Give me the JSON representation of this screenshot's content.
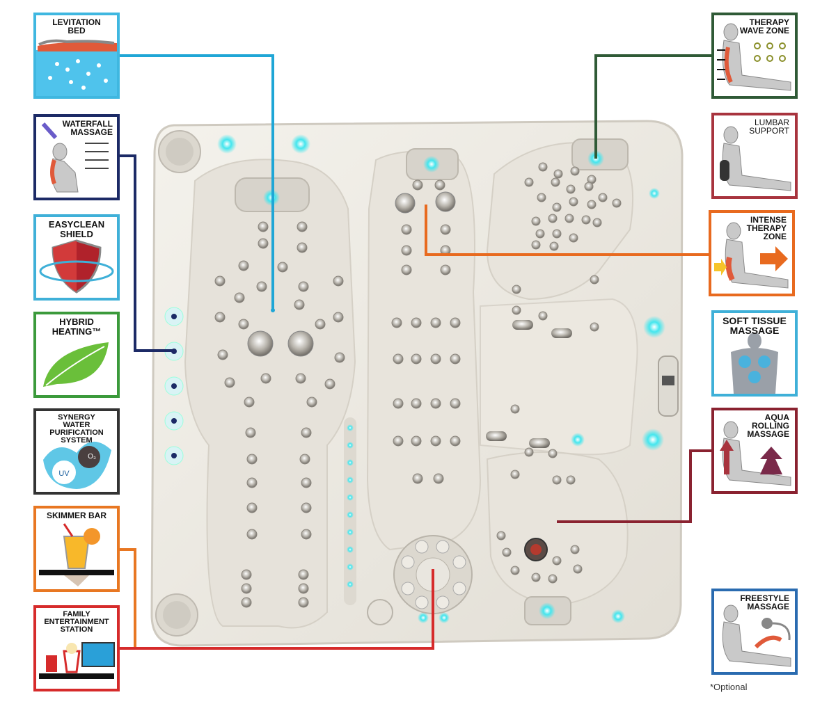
{
  "colors": {
    "levitation": "#1fa6d6",
    "waterfall": "#1c2a66",
    "easyclean": "#3fb0d8",
    "hybrid": "#3b9a3b",
    "synergy": "#333333",
    "skimmer": "#e87722",
    "family": "#d62b2b",
    "therapy_wave": "#2f5a36",
    "lumbar": "#a8343e",
    "intense": "#e86a1f",
    "soft_tissue": "#3fb0d8",
    "aqua": "#8a2230",
    "freestyle": "#2a6bb0",
    "shell": "#ece9e1",
    "shell_edge": "#cfcac0",
    "led": "#33e0e8"
  },
  "features_left": [
    {
      "id": "levitation",
      "label": "LEVITATION\nBED",
      "icon": "levitation-bed-icon"
    },
    {
      "id": "waterfall",
      "label": "WATERFALL\nMASSAGE",
      "icon": "waterfall-massage-icon"
    },
    {
      "id": "easyclean",
      "label": "EASYCLEAN\nSHIELD",
      "icon": "shield-icon"
    },
    {
      "id": "hybrid",
      "label": "HYBRID\nHEATING™",
      "icon": "leaf-icon"
    },
    {
      "id": "synergy",
      "label": "SYNERGY\nWATER PURIFICATION\nSYSTEM",
      "icon": "water-splash-icon",
      "badges": [
        "O₃",
        "UV"
      ]
    },
    {
      "id": "skimmer",
      "label": "SKIMMER BAR",
      "icon": "drink-tray-icon"
    },
    {
      "id": "family",
      "label": "FAMILY\nENTERTAINMENT\nSTATION",
      "icon": "snack-tray-icon"
    }
  ],
  "features_right": [
    {
      "id": "therapy_wave",
      "label": "THERAPY\nWAVE ZONE",
      "icon": "seated-figure-wave-icon"
    },
    {
      "id": "lumbar",
      "label": "LUMBAR\nSUPPORT",
      "icon": "seated-figure-lumbar-icon"
    },
    {
      "id": "intense",
      "label": "INTENSE\nTHERAPY\nZONE",
      "icon": "seated-figure-arrow-icon"
    },
    {
      "id": "soft_tissue",
      "label": "SOFT TISSUE\nMASSAGE",
      "icon": "back-muscles-icon"
    },
    {
      "id": "aqua",
      "label": "AQUA\nROLLING\nMASSAGE",
      "icon": "seated-figure-rolling-icon"
    },
    {
      "id": "freestyle",
      "label": "FREESTYLE\nMASSAGE",
      "icon": "handheld-shower-icon"
    }
  ],
  "note": "*Optional"
}
